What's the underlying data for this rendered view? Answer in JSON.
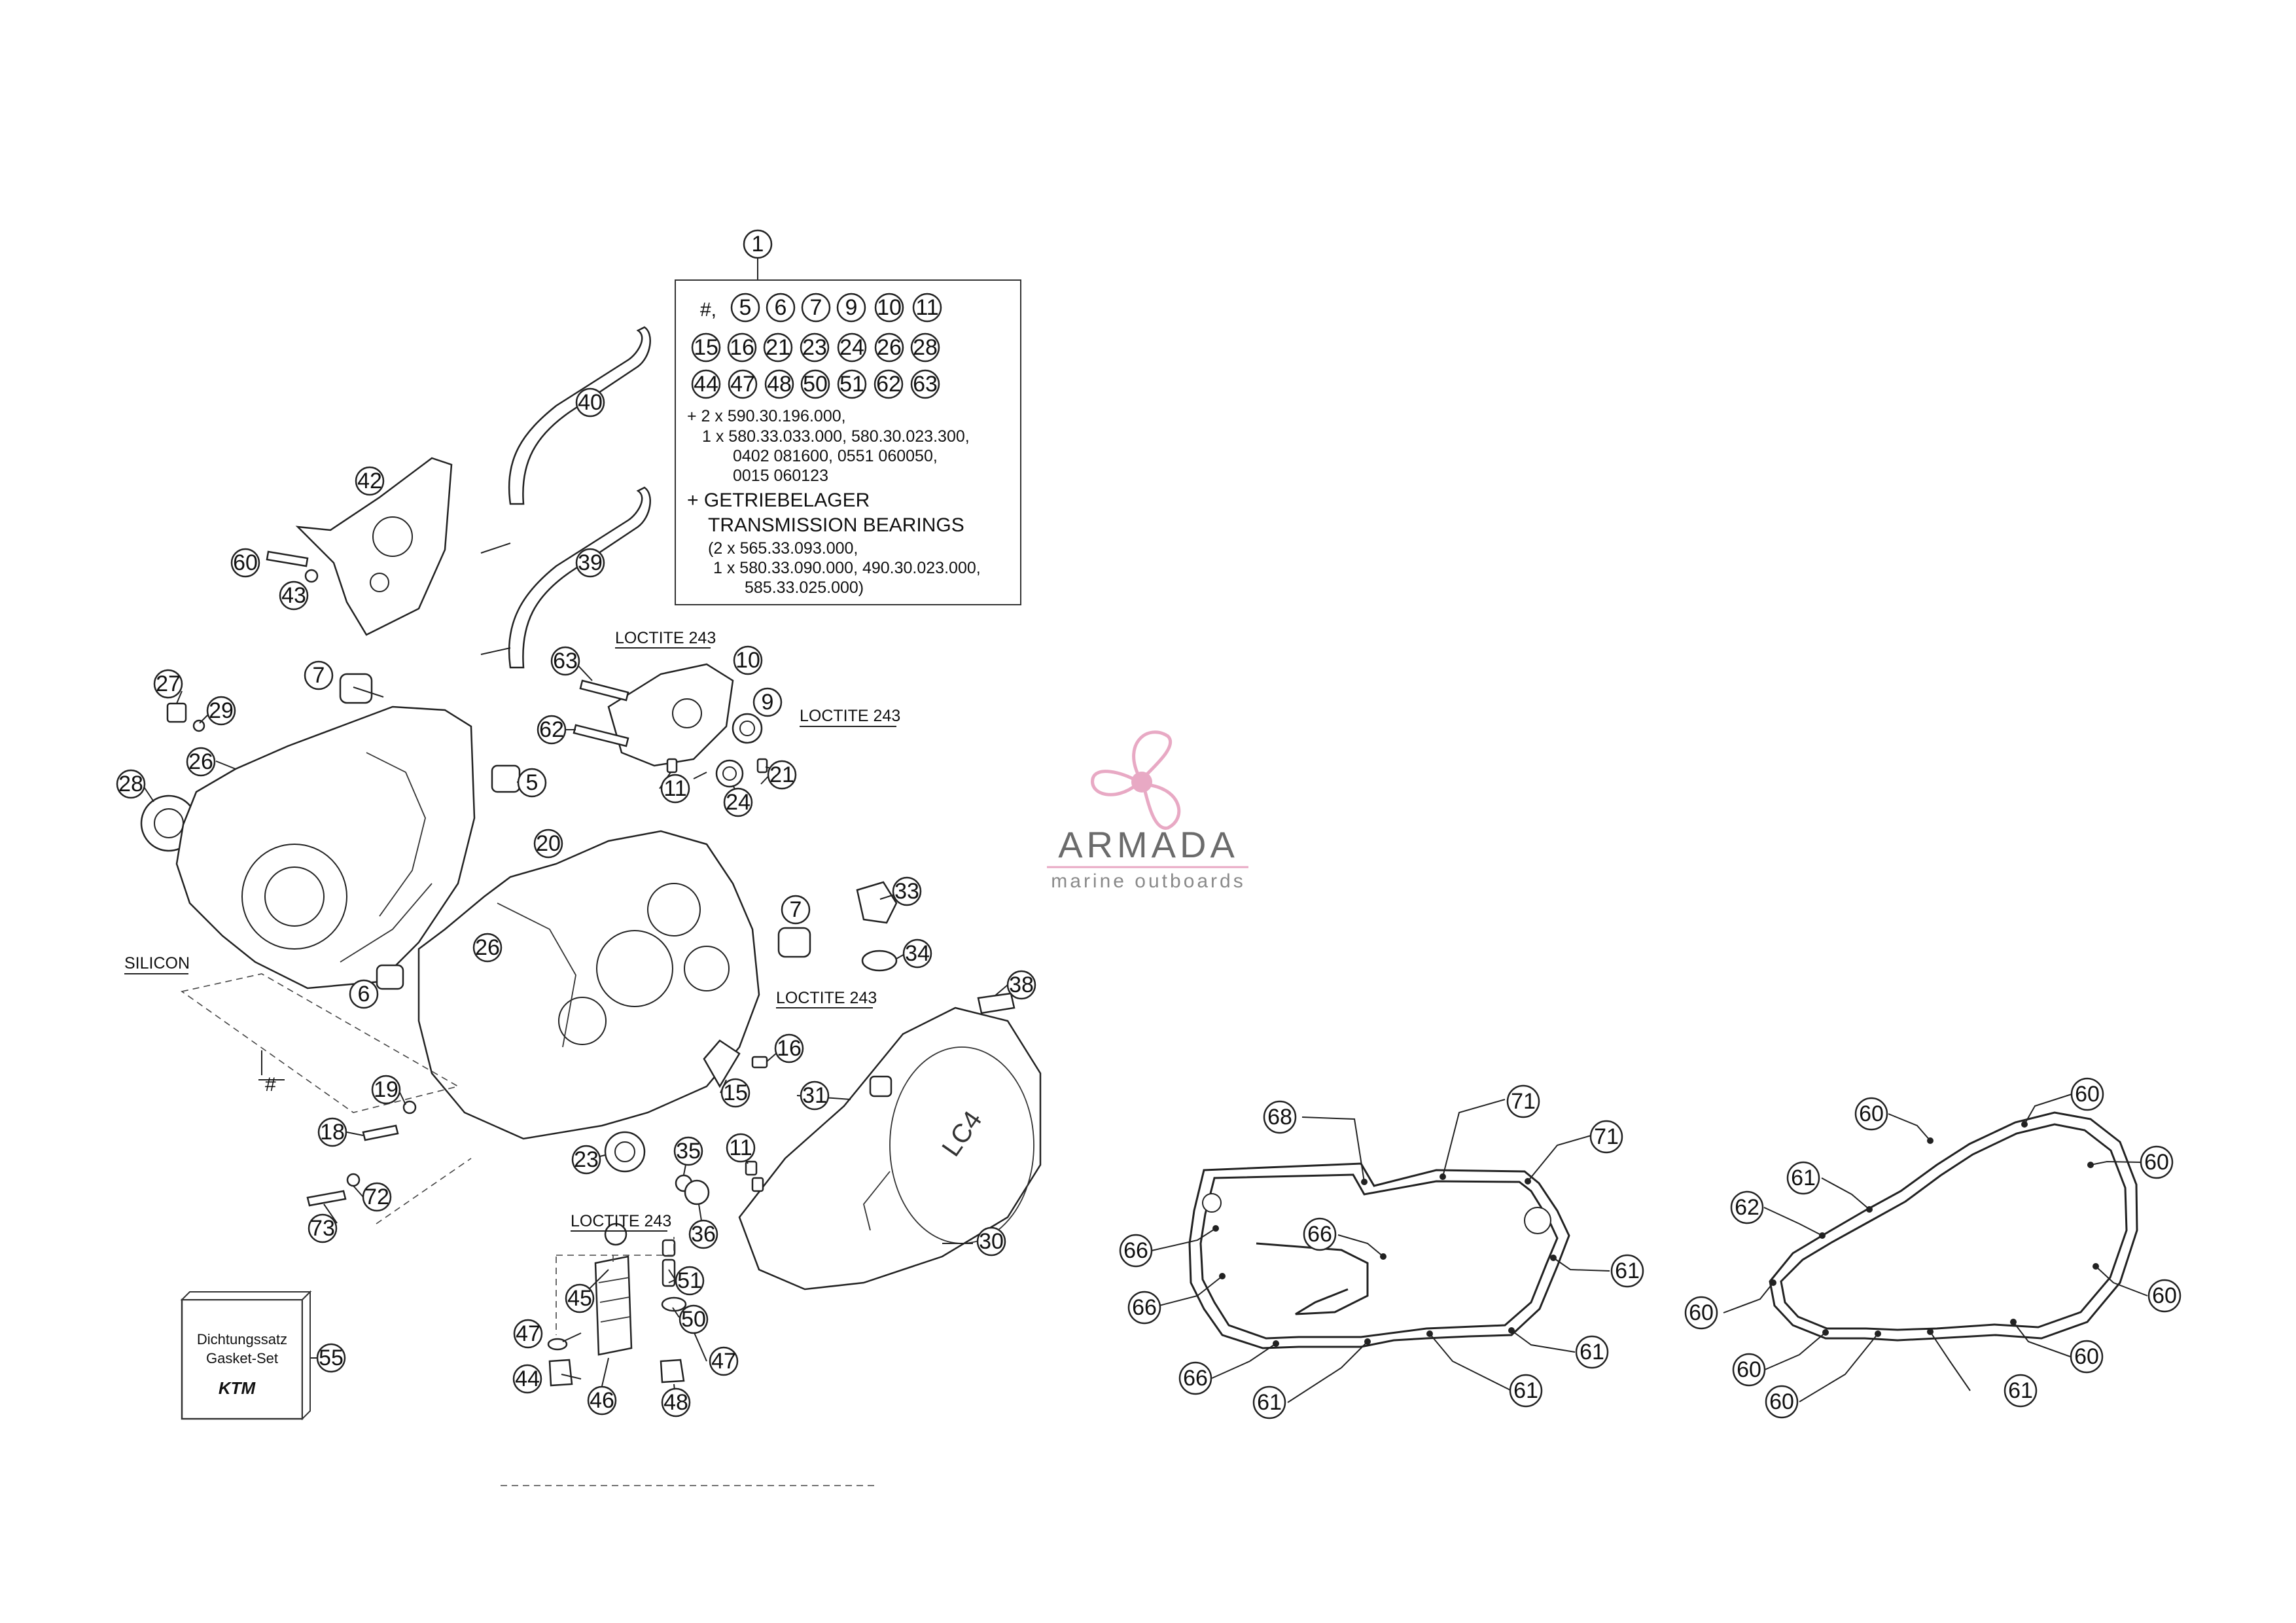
{
  "kit_box": {
    "callout": "1",
    "line1_prefix": "#,",
    "row1": [
      "5",
      "6",
      "7",
      "9",
      "10",
      "11"
    ],
    "row2": [
      "15",
      "16",
      "21",
      "23",
      "24",
      "26",
      "28"
    ],
    "row3": [
      "44",
      "47",
      "48",
      "50",
      "51",
      "62",
      "63"
    ],
    "parts_lines": [
      "+ 2 x 590.30.196.000,",
      "1 x 580.33.033.000, 580.30.023.300,",
      "0402 081600, 0551 060050,",
      "0015 060123"
    ],
    "bearing_heading_1": "+ GETRIEBELAGER",
    "bearing_heading_2": "TRANSMISSION BEARINGS",
    "bearing_lines": [
      "(2 x 565.33.093.000,",
      "1 x 580.33.090.000, 490.30.023.000,",
      "585.33.025.000)"
    ]
  },
  "notes": {
    "loctite": "LOCTITE 243",
    "silicon": "SILICON",
    "hash": "#"
  },
  "gasket_box": {
    "line1": "Dichtungssatz",
    "line2": "Gasket-Set",
    "brand": "KTM",
    "callout": "55"
  },
  "logo": {
    "name": "ARMADA",
    "tagline": "marine outboards",
    "accent": "#e8a9c4"
  },
  "callouts": {
    "c40": "40",
    "c39": "39",
    "c42": "42",
    "c60": "60",
    "c43": "43",
    "c7a": "7",
    "c27": "27",
    "c29": "29",
    "c26a": "26",
    "c28": "28",
    "c5": "5",
    "c63": "63",
    "c10": "10",
    "c9": "9",
    "c62": "62",
    "c11a": "11",
    "c24": "24",
    "c21": "21",
    "c20": "20",
    "c26b": "26",
    "c6": "6",
    "c7b": "7",
    "c33": "33",
    "c34": "34",
    "c38": "38",
    "c16": "16",
    "c15": "15",
    "c31": "31",
    "c19": "19",
    "c18": "18",
    "c72": "72",
    "c73": "73",
    "c23": "23",
    "c35": "35",
    "c11b": "11",
    "c36": "36",
    "c30": "30",
    "c51": "51",
    "c45": "45",
    "c50": "50",
    "c47a": "47",
    "c47b": "47",
    "c44": "44",
    "c46": "46",
    "c48": "48",
    "g1": {
      "c68": "68",
      "c71a": "71",
      "c71b": "71",
      "c66a": "66",
      "c66b": "66",
      "c66c": "66",
      "c66d": "66",
      "c61a": "61",
      "c61b": "61",
      "c61c": "61",
      "c61d": "61"
    },
    "g2": {
      "c60a": "60",
      "c60b": "60",
      "c60c": "60",
      "c60d": "60",
      "c60e": "60",
      "c60f": "60",
      "c60g": "60",
      "c60h": "60",
      "c61a": "61",
      "c61b": "61",
      "c62": "62"
    }
  }
}
